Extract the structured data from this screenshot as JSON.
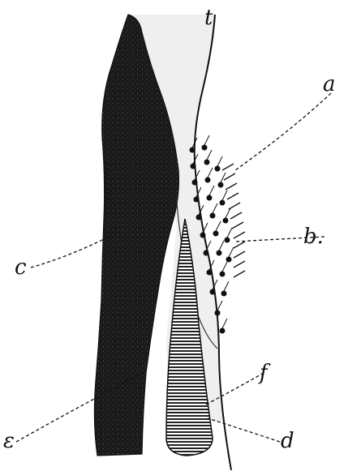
{
  "figure": {
    "labels": {
      "a": "a",
      "b": "b.",
      "c": "c",
      "d": "d",
      "e": "ε",
      "f": "f",
      "top": "t"
    },
    "colors": {
      "dark_mass": "#1a1a1a",
      "hatching": "#222222",
      "pale_region": "#e9e9e9",
      "ink": "#111111"
    }
  }
}
